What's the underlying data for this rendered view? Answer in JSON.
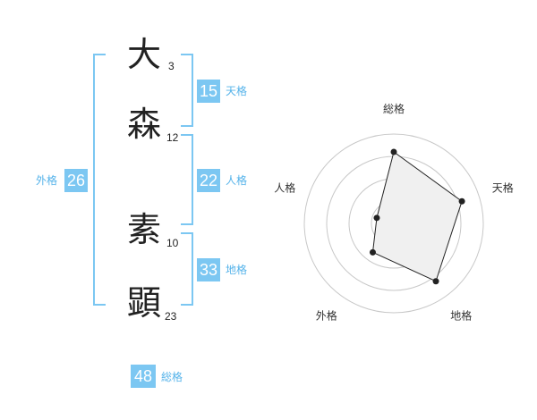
{
  "name": {
    "chars": [
      {
        "char": "大",
        "strokes": "3"
      },
      {
        "char": "森",
        "strokes": "12"
      },
      {
        "char": "素",
        "strokes": "10"
      },
      {
        "char": "顕",
        "strokes": "23"
      }
    ]
  },
  "kakusu": {
    "tenkaku": {
      "value": "15",
      "label": "天格"
    },
    "jinkaku": {
      "value": "22",
      "label": "人格"
    },
    "chikaku": {
      "value": "33",
      "label": "地格"
    },
    "gaikaku": {
      "value": "26",
      "label": "外格"
    },
    "soukaku": {
      "value": "48",
      "label": "総格"
    }
  },
  "chart_data": {
    "type": "radar",
    "axes": [
      "総格",
      "天格",
      "地格",
      "外格",
      "人格"
    ],
    "values": [
      4,
      4,
      4,
      2,
      1
    ],
    "max": 5,
    "rings": 4
  },
  "colors": {
    "accent": "#7cc7f2",
    "accent_text": "#55b3ea",
    "polygon_fill": "#f0f0f0",
    "polygon_stroke": "#222222"
  }
}
